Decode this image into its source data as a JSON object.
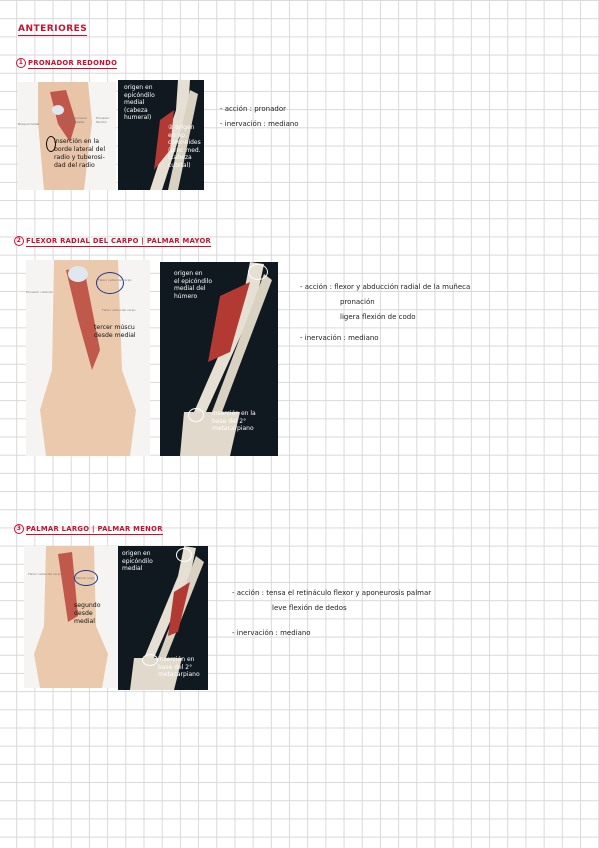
{
  "title": "ANTERIORES",
  "sections": [
    {
      "number": "1",
      "heading": "PRONADOR REDONDO",
      "img_light_labels": {
        "small_a": "Cabeza humeral",
        "small_b": "Cabeza cubital",
        "small_c": "Pronador",
        "small_d": "Tendón",
        "side_label": "Braquiorradial"
      },
      "insertion_note": [
        "inserción en la",
        "borde lateral del",
        "radio y tuberosi-",
        "dad del radio"
      ],
      "origin_note": [
        "origen en",
        "epicóndilo",
        "medial",
        "(cabeza",
        "humeral)"
      ],
      "origin2_note": [
        "② origen",
        "en ap.",
        "coronoides",
        "(proc med.",
        "(cabeza",
        "cubital)"
      ],
      "notes": [
        "- acción : pronador",
        "- inervación : mediano"
      ]
    },
    {
      "number": "2",
      "heading": "FLEXOR RADIAL DEL CARPO | PALMAR MAYOR",
      "img_light_labels": {
        "small_a": "Flexor radial del carpo",
        "small_b": "Pronador redondo",
        "small_c": "Flexor radial del carpo"
      },
      "side_note": [
        "tercer múscu",
        "desde medial"
      ],
      "origin_note": [
        "origen en",
        "el epicóndilo",
        "medial del",
        "húmero"
      ],
      "insertion_note": [
        "inserción en la",
        "base del 2°",
        "metacarpiano"
      ],
      "notes": [
        "- acción : flexor y abducción radial de la muñeca",
        "pronación",
        "ligera flexión de codo",
        "- inervación : mediano"
      ]
    },
    {
      "number": "3",
      "heading": "PALMAR LARGO | PALMAR MENOR",
      "img_light_labels": {
        "small_a": "Flexor radial del carpo",
        "small_b": "Palmar largo"
      },
      "side_note": [
        "segundo",
        "desde",
        "medial"
      ],
      "origin_note": [
        "origen en",
        "epicóndilo",
        "medial"
      ],
      "insertion_note": [
        "inserción en",
        "base del 2°",
        "metacarpiano"
      ],
      "notes": [
        "- acción : tensa el retináculo flexor y aponeurosis palmar",
        "leve flexión de dedos",
        "- inervación : mediano"
      ]
    }
  ]
}
